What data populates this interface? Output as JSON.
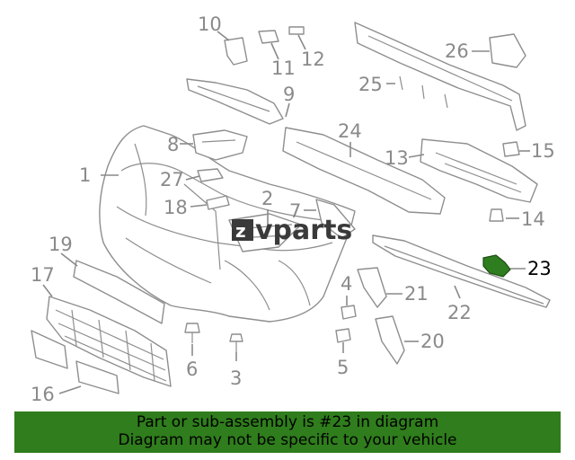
{
  "callouts": [
    {
      "id": "1",
      "text": "1"
    },
    {
      "id": "2",
      "text": "2"
    },
    {
      "id": "3",
      "text": "3"
    },
    {
      "id": "4",
      "text": "4"
    },
    {
      "id": "5",
      "text": "5"
    },
    {
      "id": "6",
      "text": "6"
    },
    {
      "id": "7",
      "text": "7"
    },
    {
      "id": "8",
      "text": "8"
    },
    {
      "id": "9",
      "text": "9"
    },
    {
      "id": "10",
      "text": "10"
    },
    {
      "id": "11",
      "text": "11"
    },
    {
      "id": "12",
      "text": "12"
    },
    {
      "id": "13",
      "text": "13"
    },
    {
      "id": "14",
      "text": "14"
    },
    {
      "id": "15",
      "text": "15"
    },
    {
      "id": "16",
      "text": "16"
    },
    {
      "id": "17",
      "text": "17"
    },
    {
      "id": "18",
      "text": "18"
    },
    {
      "id": "19",
      "text": "19"
    },
    {
      "id": "20",
      "text": "20"
    },
    {
      "id": "21",
      "text": "21"
    },
    {
      "id": "22",
      "text": "22"
    },
    {
      "id": "23",
      "text": "23"
    },
    {
      "id": "24",
      "text": "24"
    },
    {
      "id": "25",
      "text": "25"
    },
    {
      "id": "26",
      "text": "26"
    },
    {
      "id": "27",
      "text": "27"
    }
  ],
  "highlighted_part": "23",
  "highlight_color": "#2e7d1e",
  "watermark": {
    "text": "vparts",
    "logo_letter": "z"
  },
  "banner": {
    "line1": "Part or sub-assembly is #23 in diagram",
    "line2": "Diagram may not be specific to your vehicle",
    "background": "#2f7d1c"
  }
}
